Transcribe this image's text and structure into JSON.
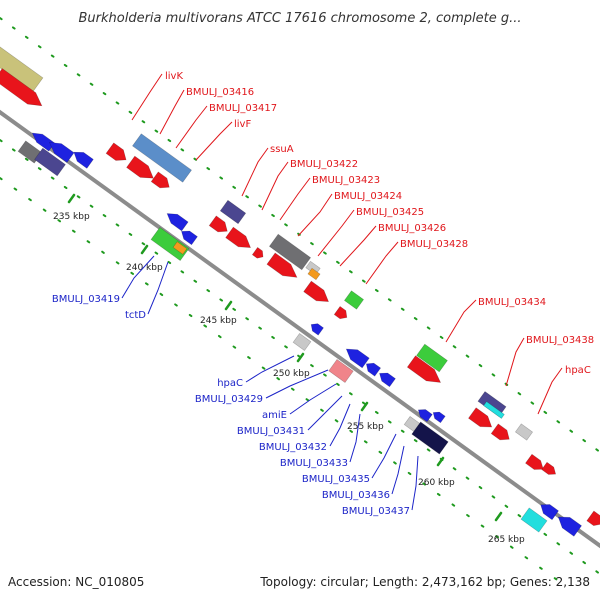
{
  "title": "Burkholderia multivorans ATCC 17616 chromosome 2, complete g...",
  "footer": {
    "accession": "Accession: NC_010805",
    "summary": "Topology: circular; Length: 2,473,162 bp; Genes: 2,138"
  },
  "colors": {
    "backbone": "#8c8c8c",
    "red_gene": "#e8141b",
    "blue_gene": "#1e22e0",
    "red_label": "#e0161b",
    "blue_label": "#1c24c8",
    "tick": "#1f9a1f",
    "olive": "#c9c27a",
    "steel": "#5b8ec9",
    "slate": "#4b4690",
    "grey": "#6f6f72",
    "light_grey": "#c8c8c8",
    "green": "#3ccc3c",
    "orange": "#f39a1e",
    "salmon": "#f0848a",
    "cyan": "#22dede",
    "navy": "#14144a"
  },
  "kbp_ticks": [
    {
      "label": "235 kbp"
    },
    {
      "label": "240 kbp"
    },
    {
      "label": "245 kbp"
    },
    {
      "label": "250 kbp"
    },
    {
      "label": "255 kbp"
    },
    {
      "label": "260 kbp"
    },
    {
      "label": "265 kbp"
    }
  ],
  "gene_labels": [
    {
      "text": "livK",
      "strand": "plus"
    },
    {
      "text": "BMULJ_03416",
      "strand": "plus"
    },
    {
      "text": "BMULJ_03417",
      "strand": "plus"
    },
    {
      "text": "livF",
      "strand": "plus"
    },
    {
      "text": "ssuA",
      "strand": "plus"
    },
    {
      "text": "BMULJ_03422",
      "strand": "plus"
    },
    {
      "text": "BMULJ_03423",
      "strand": "plus"
    },
    {
      "text": "BMULJ_03424",
      "strand": "plus"
    },
    {
      "text": "BMULJ_03425",
      "strand": "plus"
    },
    {
      "text": "BMULJ_03426",
      "strand": "plus"
    },
    {
      "text": "BMULJ_03428",
      "strand": "plus"
    },
    {
      "text": "BMULJ_03434",
      "strand": "plus"
    },
    {
      "text": "BMULJ_03438",
      "strand": "plus"
    },
    {
      "text": "hpaC",
      "strand": "plus"
    },
    {
      "text": "BMULJ_03419",
      "strand": "minus"
    },
    {
      "text": "tctD",
      "strand": "minus"
    },
    {
      "text": "hpaC",
      "strand": "minus"
    },
    {
      "text": "BMULJ_03429",
      "strand": "minus"
    },
    {
      "text": "amiE",
      "strand": "minus"
    },
    {
      "text": "BMULJ_03431",
      "strand": "minus"
    },
    {
      "text": "BMULJ_03432",
      "strand": "minus"
    },
    {
      "text": "BMULJ_03433",
      "strand": "minus"
    },
    {
      "text": "BMULJ_03435",
      "strand": "minus"
    },
    {
      "text": "BMULJ_03436",
      "strand": "minus"
    },
    {
      "text": "BMULJ_03437",
      "strand": "minus"
    }
  ]
}
